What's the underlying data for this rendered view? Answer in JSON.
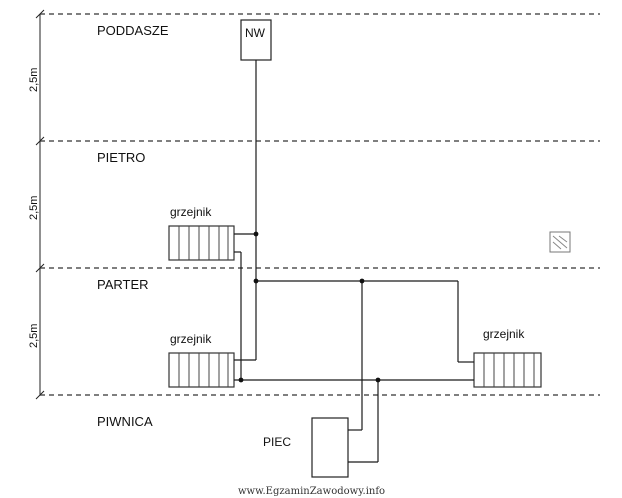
{
  "floors": {
    "attic": "PODDASZE",
    "first_floor": "PIETRO",
    "ground_floor": "PARTER",
    "basement": "PIWNICA"
  },
  "dimensions": [
    "2,5m",
    "2,5m",
    "2,5m"
  ],
  "expansion_vessel_label": "NW",
  "boiler_label": "PIEC",
  "radiators": {
    "first_floor_left": "grzejnik",
    "ground_floor_left": "grzejnik",
    "ground_floor_right": "grzejnik"
  },
  "watermark": "www.EgzaminZawodowy.info",
  "colors": {
    "lines": "#1a1a1a",
    "floor_lines": "#555555",
    "background": "#ffffff"
  }
}
